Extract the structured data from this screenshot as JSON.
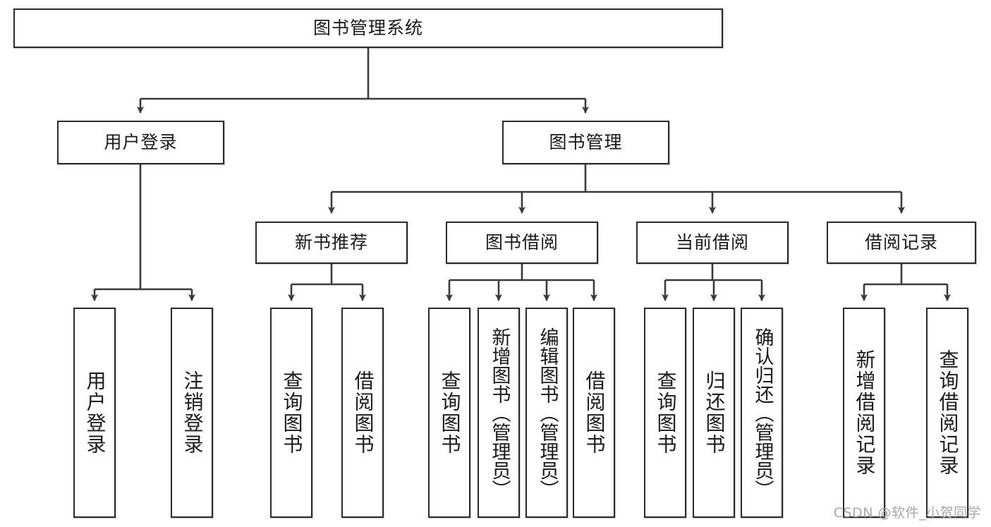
{
  "diagram": {
    "type": "tree",
    "title": "图书管理系统",
    "watermark": "CSDN @软件_小贺同学",
    "colors": {
      "box_border": "#2b2b2b",
      "box_fill": "#ffffff",
      "edge": "#3a3a3a",
      "text": "#1a1a1a",
      "watermark": "#a8a8a8"
    },
    "nodes": {
      "root": {
        "label": "图书管理系统"
      },
      "level2": [
        {
          "label": "用户登录"
        },
        {
          "label": "图书管理"
        }
      ],
      "level3": [
        {
          "label": "新书推荐"
        },
        {
          "label": "图书借阅"
        },
        {
          "label": "当前借阅"
        },
        {
          "label": "借阅记录"
        }
      ],
      "leaves_user_login": [
        {
          "label": "用户登录"
        },
        {
          "label": "注销登录"
        }
      ],
      "leaves_new_book": [
        {
          "label": "查询图书"
        },
        {
          "label": "借阅图书"
        }
      ],
      "leaves_borrow": [
        {
          "label": "查询图书"
        },
        {
          "label": "新增图书（管理员）"
        },
        {
          "label": "编辑图书（管理员）"
        },
        {
          "label": "借阅图书"
        }
      ],
      "leaves_current": [
        {
          "label": "查询图书"
        },
        {
          "label": "归还图书"
        },
        {
          "label": "确认归还（管理员）"
        }
      ],
      "leaves_record": [
        {
          "label": "新增借阅记录"
        },
        {
          "label": "查询借阅记录"
        }
      ]
    }
  }
}
